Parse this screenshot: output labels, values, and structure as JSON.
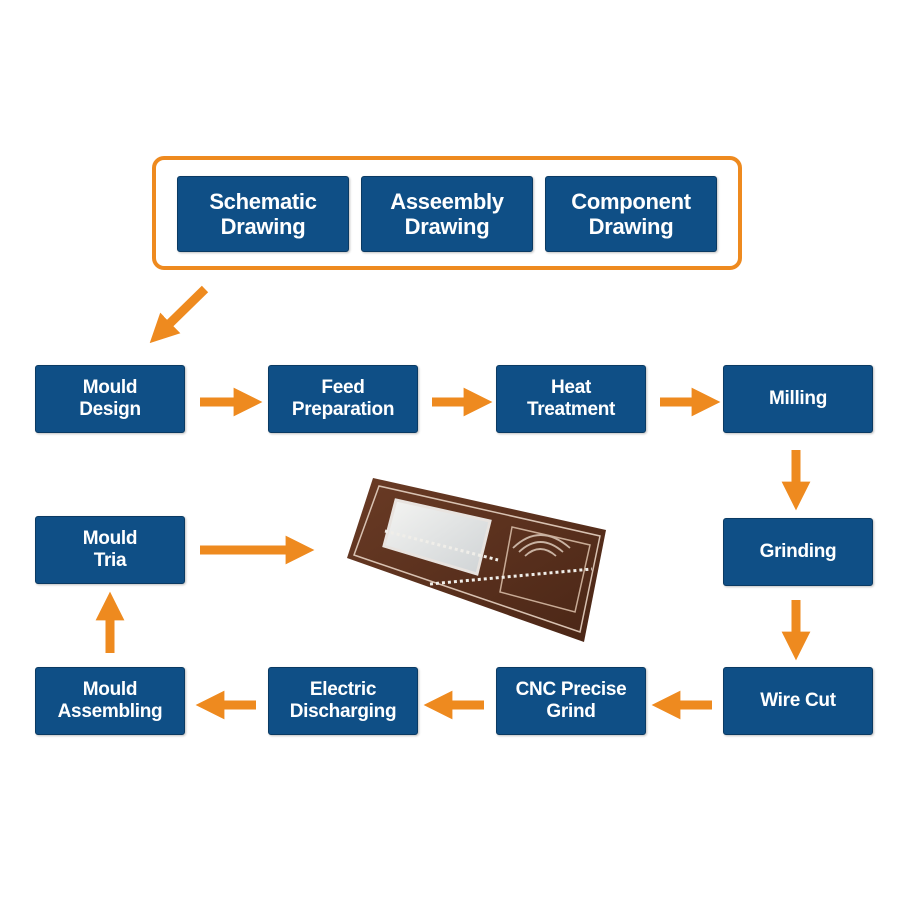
{
  "top_group": {
    "steps": [
      {
        "label": "Schematic\nDrawing"
      },
      {
        "label": "Asseembly\nDrawing"
      },
      {
        "label": "Component\nDrawing"
      }
    ]
  },
  "process": {
    "row1": [
      {
        "label": "Mould\nDesign"
      },
      {
        "label": "Feed\nPreparation"
      },
      {
        "label": "Heat\nTreatment"
      },
      {
        "label": "Milling"
      }
    ],
    "right_column": [
      {
        "label": "Grinding"
      }
    ],
    "row3": [
      {
        "label": "Wire Cut"
      },
      {
        "label": "CNC Precise\nGrind"
      },
      {
        "label": "Electric\nDischarging"
      },
      {
        "label": "Mould\nAssembling"
      }
    ],
    "left_column": [
      {
        "label": "Mould\nTria"
      }
    ]
  },
  "product_image": {
    "description_icon": "mould-plate-product-photo"
  },
  "colors": {
    "box_fill": "#0f4f86",
    "arrow": "#ee8a1f",
    "frame": "#ee8a1f",
    "text": "#ffffff"
  }
}
